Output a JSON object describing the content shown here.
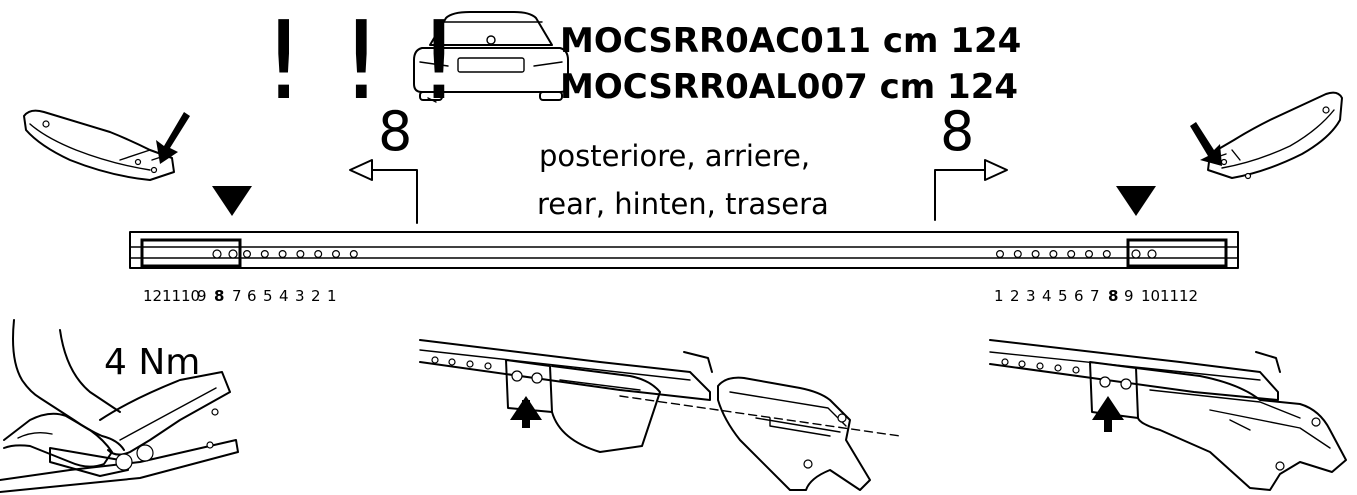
{
  "header": {
    "warning": "! ! !",
    "code_1": "MOCSRR0AC011 cm 124",
    "code_2": "MOCSRR0AL007 cm 124"
  },
  "position": {
    "line_1": "posteriore, arriere,",
    "line_2": "rear, hinten, trasera"
  },
  "markers": {
    "left": "8",
    "right": "8"
  },
  "scale": {
    "left": [
      "12",
      "11",
      "10",
      "9",
      "8",
      "7",
      "6",
      "5",
      "4",
      "3",
      "2",
      "1"
    ],
    "right": [
      "1",
      "2",
      "3",
      "4",
      "5",
      "6",
      "7",
      "8",
      "9",
      "10",
      "11",
      "12"
    ],
    "highlight": "8"
  },
  "torque": {
    "label": "4 Nm"
  },
  "icons": [
    "warning-exclamation-icon",
    "car-rear-icon",
    "arrow-left-icon",
    "arrow-right-icon",
    "triangle-marker-icon",
    "pointer-arrow-icon",
    "wrench-hand-icon"
  ]
}
